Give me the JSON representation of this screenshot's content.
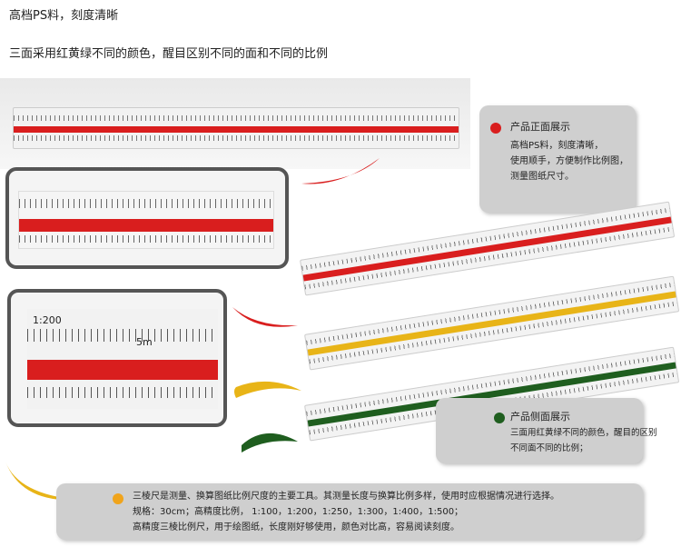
{
  "header": {
    "line1": "高档PS料，刻度清晰",
    "line2": "三面采用红黄绿不同的颜色，醒目区别不同的面和不同的比例"
  },
  "card_front": {
    "title": "产品正面展示",
    "lines": [
      "高档PS料，刻度清晰，",
      "使用顺手，方便制作比例图，",
      "测量图纸尺寸。"
    ]
  },
  "card_side": {
    "title": "产品侧面展示",
    "lines": [
      "三面用红黄绿不同的颜色，醒目的区别",
      "不同面不同的比例；"
    ]
  },
  "card_bottom": {
    "lines": [
      "三棱尺是测量、换算图纸比例尺度的主要工具。其测量长度与换算比例多样，使用时应根据情况进行选择。",
      "规格：30cm；高精度比例， 1:100，1:200，1:250，1:300，1:400，1:500；",
      "高精度三棱比例尺，用于绘图纸，长度刚好够使用，颜色对比高，容易阅读刻度。"
    ]
  },
  "ruler_labels": {
    "scale_200": "1:200",
    "unit_5m": "5m"
  },
  "colors": {
    "red": "#d91e1e",
    "yellow": "#e8b417",
    "green": "#1f5e1f",
    "orange_dot": "#f0a41c",
    "card_bg": "#cfcfcf"
  }
}
